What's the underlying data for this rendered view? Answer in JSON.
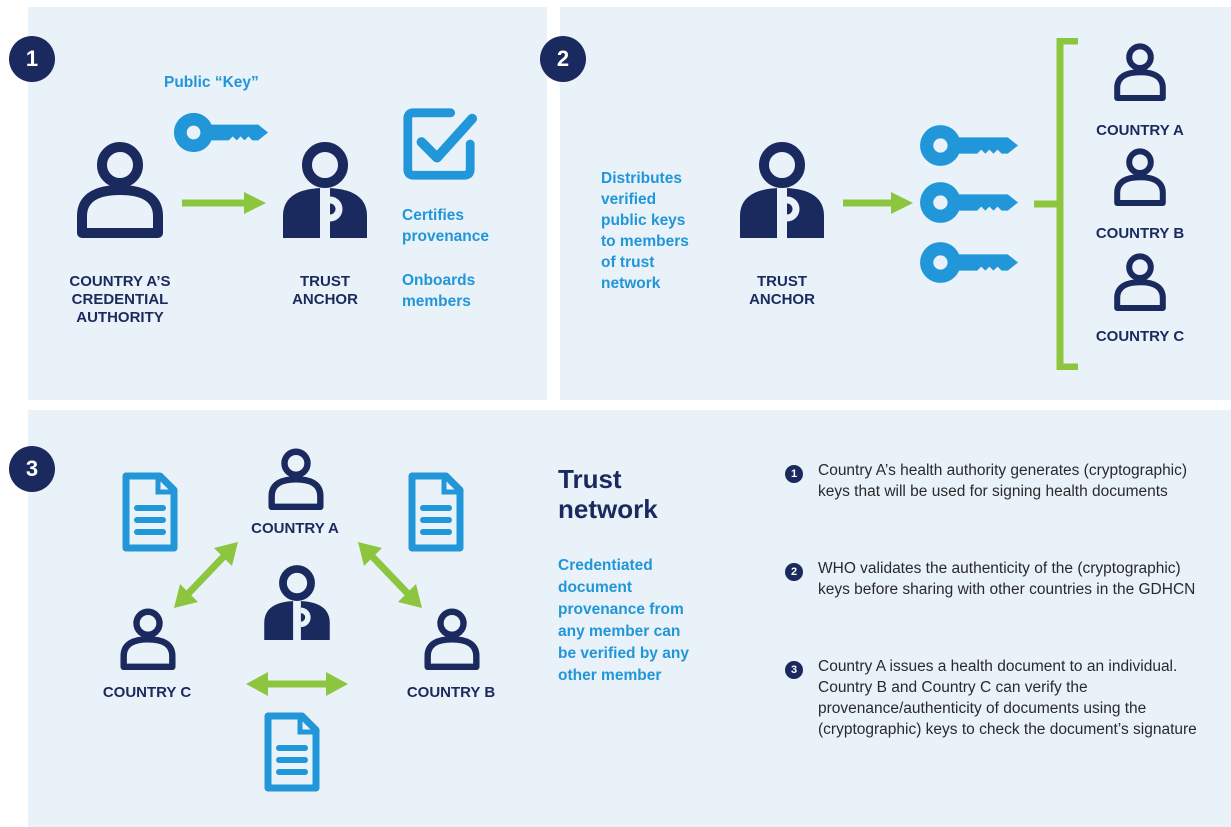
{
  "colors": {
    "navy": "#1b2a5e",
    "blue": "#2196d8",
    "green": "#8cc63f",
    "panel": "#e9f1f9"
  },
  "panel1": {
    "badge": "1",
    "public_key": "Public “Key”",
    "authority_label": "COUNTRY A’S\nCREDENTIAL\nAUTHORITY",
    "anchor_label": "TRUST\nANCHOR",
    "certifies": "Certifies\nprovenance",
    "onboards": "Onboards\nmembers"
  },
  "panel2": {
    "badge": "2",
    "distributes": "Distributes\nverified\npublic keys\nto members\nof trust\nnetwork",
    "anchor_label": "TRUST\nANCHOR",
    "country_a": "COUNTRY A",
    "country_b": "COUNTRY B",
    "country_c": "COUNTRY C"
  },
  "panel3": {
    "badge": "3",
    "country_a": "COUNTRY A",
    "country_b": "COUNTRY B",
    "country_c": "COUNTRY C",
    "title": "Trust\nnetwork",
    "subtitle": "Credentiated\ndocument\nprovenance from\nany member can\nbe verified by any\nother member"
  },
  "legend": [
    {
      "num": "1",
      "text": "Country A’s health authority generates (cryptographic) keys that will be used for signing health documents"
    },
    {
      "num": "2",
      "text": "WHO validates the authenticity of the (cryptographic) keys before sharing with other countries in the GDHCN"
    },
    {
      "num": "3",
      "text": "Country A issues a health document to an individual. Country B and Country C can verify the provenance/authenticity of documents using the (cryptographic) keys to check the document’s signature"
    }
  ]
}
